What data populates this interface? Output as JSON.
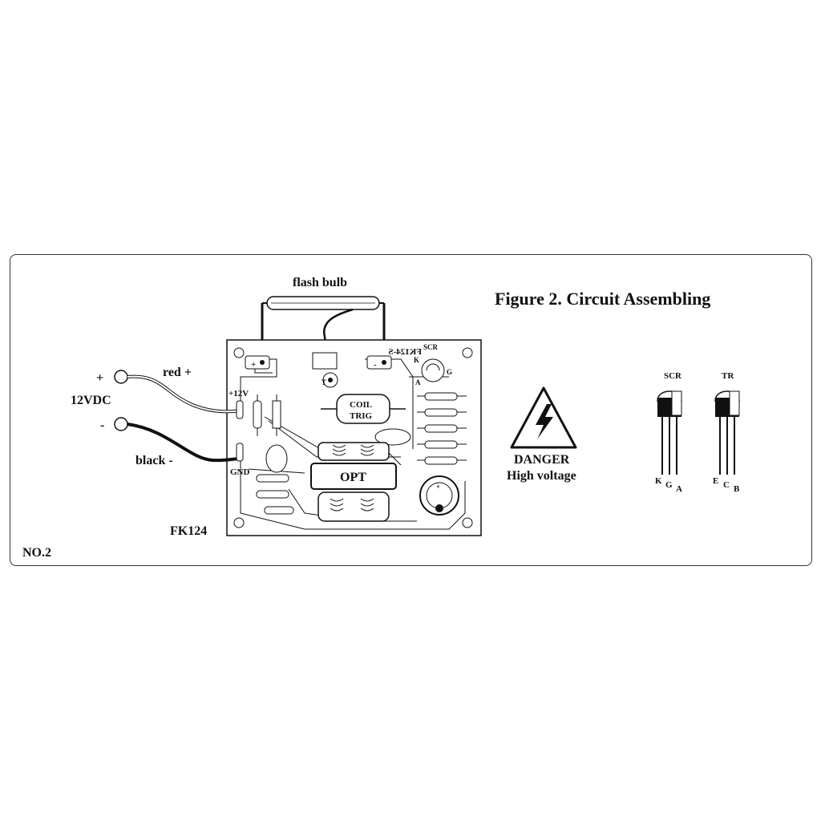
{
  "figure": {
    "title": "Figure 2. Circuit Assembling",
    "page_number": "NO.2",
    "board_name": "FK124"
  },
  "wiring": {
    "bulb_label": "flash bulb",
    "plus_sign": "+",
    "minus_sign": "-",
    "supply_label": "12VDC",
    "red_wire": "red +",
    "black_wire": "black -"
  },
  "board": {
    "pad_plus_12v": "+12V",
    "pad_gnd": "GND",
    "pad_plus": "+",
    "pad_minus": "-",
    "pad_t": "T",
    "board_code": "FK124-S",
    "scr_label": "SCR",
    "scr_pin_k": "K",
    "scr_pin_g": "G",
    "scr_pin_a": "A",
    "coil_line1": "COIL",
    "coil_line2": "TRIG",
    "transformer": "OPT"
  },
  "warning": {
    "title": "DANGER",
    "subtitle": "High voltage"
  },
  "pinouts": {
    "scr": {
      "name": "SCR",
      "pins": [
        "K",
        "G",
        "A"
      ]
    },
    "tr": {
      "name": "TR",
      "pins": [
        "E",
        "C",
        "B"
      ]
    }
  },
  "colors": {
    "ink": "#111111",
    "frame": "#333333",
    "background": "#ffffff"
  }
}
